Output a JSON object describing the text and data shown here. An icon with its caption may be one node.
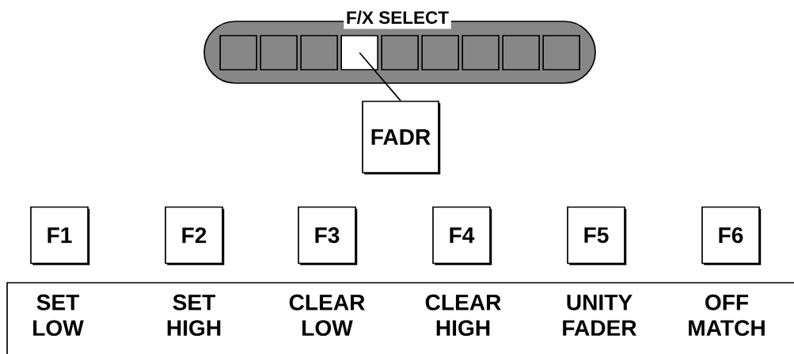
{
  "diagram": {
    "nodes": [
      {
        "text": [
          "F/X SELECT"
        ]
      },
      {
        "text": [],
        "shape": "box",
        "in": 0
      },
      {
        "text": [],
        "shape": "box",
        "in": 0
      },
      {
        "text": [],
        "shape": "box",
        "in": 0
      },
      {
        "text": [],
        "shape": "box",
        "in": 0
      },
      {
        "text": [],
        "shape": "box",
        "in": 0
      },
      {
        "text": [],
        "shape": "box",
        "in": 0
      },
      {
        "text": [],
        "shape": "box",
        "in": 0
      },
      {
        "text": [],
        "shape": "box",
        "in": 0
      },
      {
        "text": [],
        "shape": "box",
        "in": 0
      },
      {
        "text": [
          "FADR"
        ]
      },
      {
        "text": [
          "F1"
        ]
      },
      {
        "text": [
          "F2"
        ]
      },
      {
        "text": [
          "F3"
        ]
      },
      {
        "text": [
          "F4"
        ]
      },
      {
        "text": [
          "F5"
        ]
      },
      {
        "text": [
          "F6"
        ]
      },
      {
        "text": [
          "SET LOW",
          "SET HIGH",
          "CLEAR LOW",
          "CLEAR HIGH",
          "UNITY FADER",
          "OFF MATCH"
        ]
      }
    ],
    "edges": [
      {
        "from": 10,
        "to": 4,
        "arrow": "none"
      }
    ]
  }
}
